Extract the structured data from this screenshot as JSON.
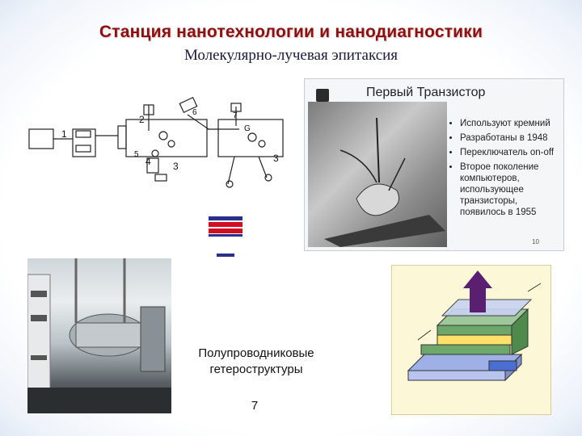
{
  "header": {
    "title": "Станция нанотехнологии и нанодиагностики",
    "subtitle": "Молекулярно-лучевая эпитаксия"
  },
  "schematic": {
    "labels": [
      "1",
      "2",
      "3",
      "3",
      "4",
      "5",
      "6",
      "7",
      "G"
    ]
  },
  "transistor_slide": {
    "heading": "Первый Транзистор",
    "bullets": [
      "Используют кремний",
      "Разработаны в 1948",
      "Переключатель on-off",
      "Второе поколение компьютеров, использующее транзисторы, появилось в 1955"
    ],
    "slide_number": "10"
  },
  "body_text": {
    "caption": "Полупроводниковые гетероструктуры",
    "page_number": "7"
  },
  "flag_colors": [
    "#2a2f8c",
    "#d01020",
    "#ffffff",
    "#2a2f8c"
  ]
}
